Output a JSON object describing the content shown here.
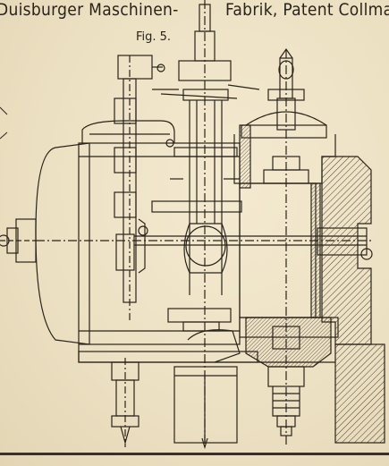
{
  "header": {
    "left_text": "Duisburger Maschinen-",
    "right_text": "Fabrik, Patent Collma"
  },
  "figure": {
    "label": "Fig. 5."
  },
  "colors": {
    "paper": "#efe4c8",
    "ink": "#2a231b",
    "hatch": "#5a4a3a"
  }
}
